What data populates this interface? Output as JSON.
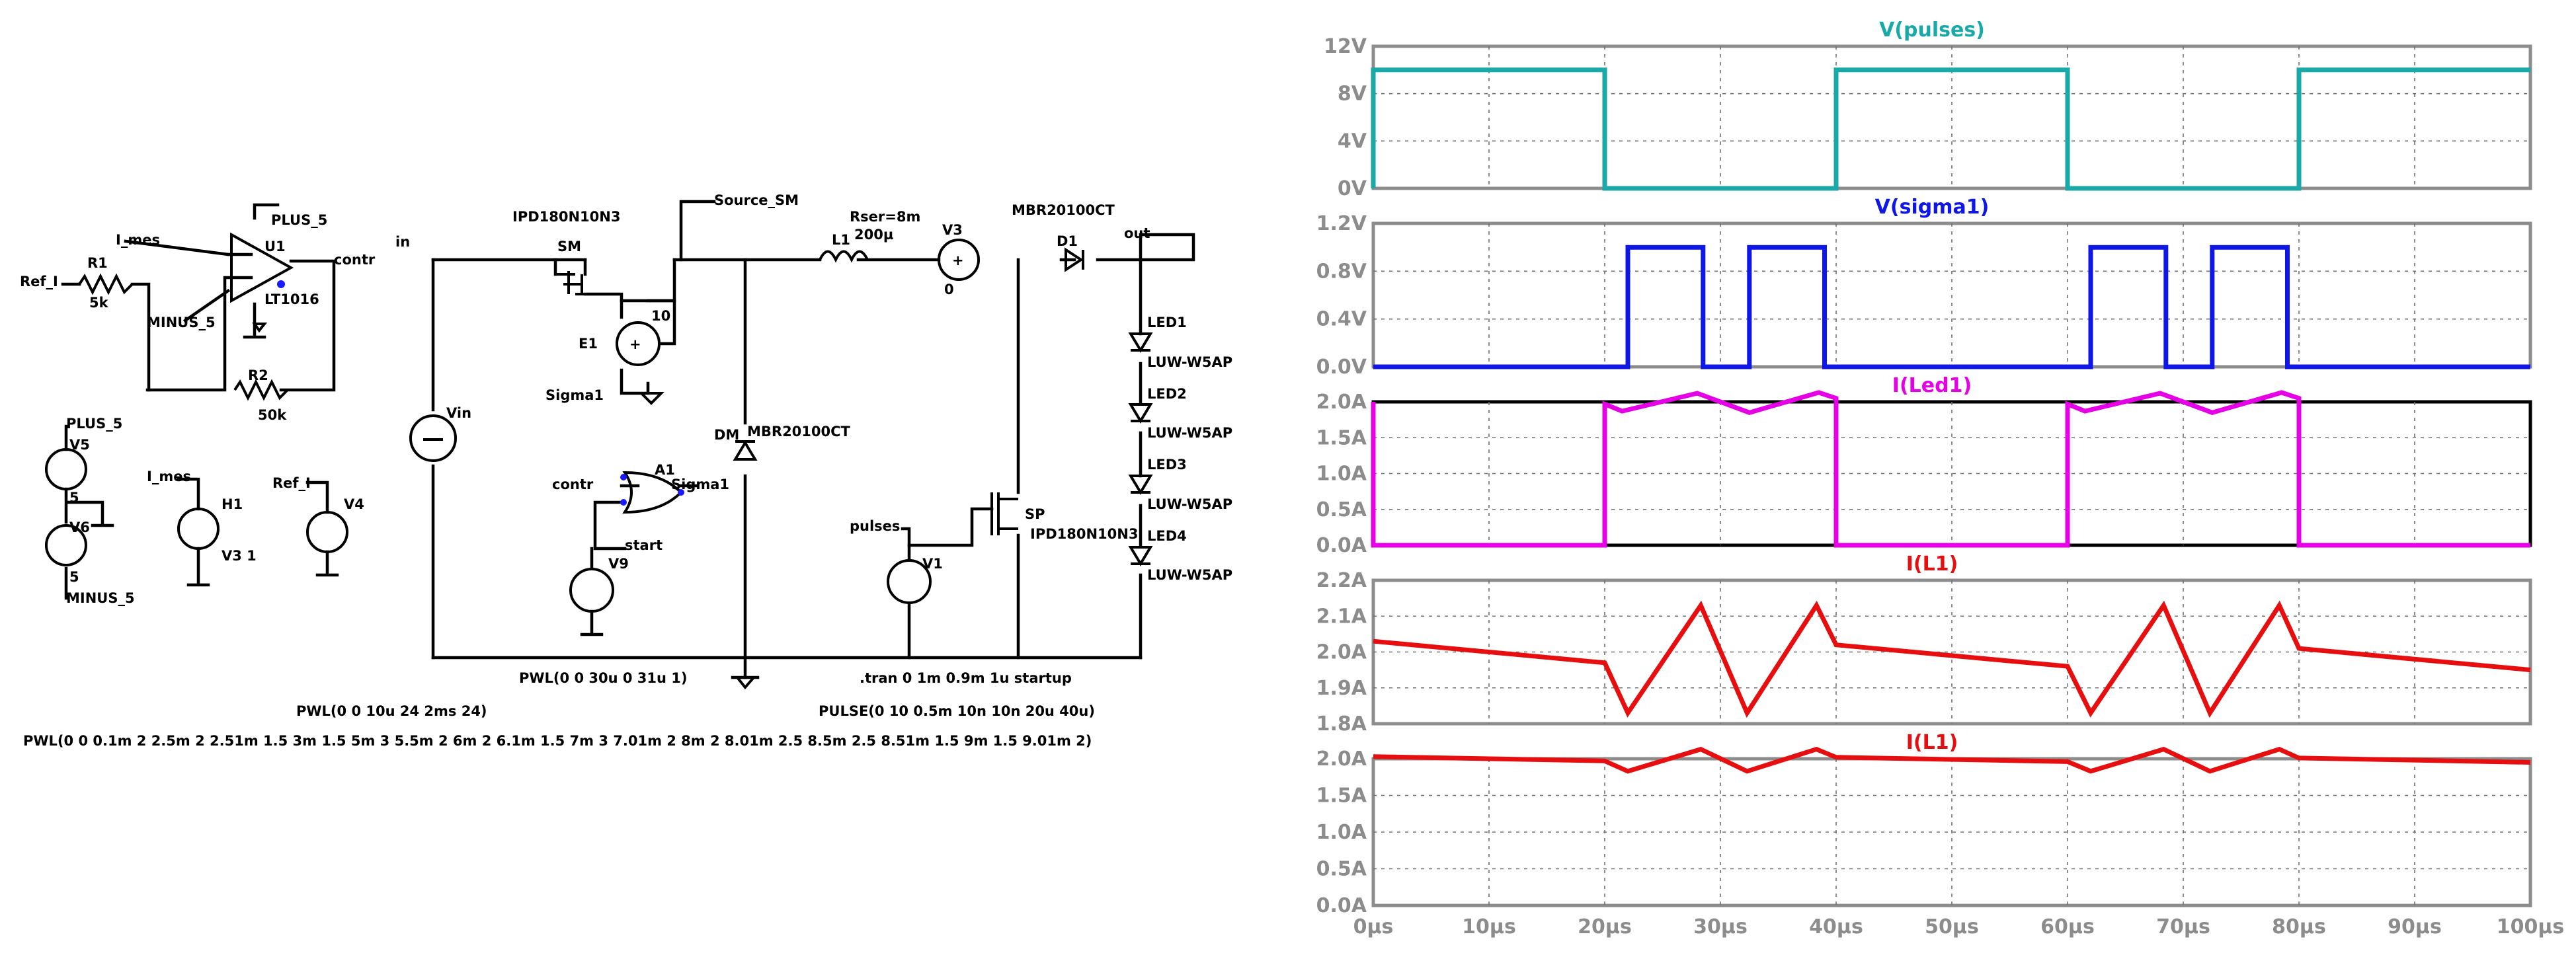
{
  "schematic": {
    "labels": {
      "ipd_top": "IPD180N10N3",
      "source_sm": "Source_SM",
      "rser": "Rser=8m",
      "mbr_top": "MBR20100CT",
      "i_mes_top": "I_mes",
      "plus5_top": "PLUS_5",
      "u1": "U1",
      "contr": "contr",
      "in": "in",
      "sm": "SM",
      "l1": "L1",
      "l1_val": "200µ",
      "v3": "V3",
      "v3_val": "0",
      "d1": "D1",
      "out": "out",
      "ref_i_left": "Ref_I",
      "r1": "R1",
      "r1_val": "5k",
      "minus5_top": "MINUS_5",
      "lt1016": "LT1016",
      "e1_gain": "10",
      "e1": "E1",
      "r2": "R2",
      "r2_val": "50k",
      "sigma1_e": "Sigma1",
      "led1": "LED1",
      "led1_model": "LUW-W5AP",
      "led2": "LED2",
      "led2_model": "LUW-W5AP",
      "led3": "LED3",
      "led3_model": "LUW-W5AP",
      "led4": "LED4",
      "led4_model": "LUW-W5AP",
      "vin": "Vin",
      "dm": "DM",
      "mbr_dm": "MBR20100CT",
      "plus5_v5": "PLUS_5",
      "v5": "V5",
      "v5_val": "5",
      "v6": "V6",
      "v6_val": "5",
      "minus5_v6": "MINUS_5",
      "i_mes_h1": "I_mes",
      "h1": "H1",
      "h1_val": "V3 1",
      "ref_i_v4": "Ref_I",
      "v4": "V4",
      "contr_a1": "contr",
      "a1": "A1",
      "sigma1_a1": "Sigma1",
      "start": "start",
      "v9": "V9",
      "pulses": "pulses",
      "v1": "V1",
      "sp": "SP",
      "ipd_sp": "IPD180N10N3",
      "v9_pwl": "PWL(0 0 30u 0 31u 1)",
      "tran": ".tran 0 1m 0.9m 1u startup",
      "pwl_24": "PWL(0 0 10u 24 2ms 24)",
      "pulse": "PULSE(0 10 0.5m 10n 10n 20u 40u)",
      "pwl_long": "PWL(0 0 0.1m 2 2.5m 2 2.51m 1.5 3m 1.5 5m 3 5.5m 2 6m 2 6.1m 1.5 7m 3 7.01m 2 8m 2 8.01m 2.5 8.5m 2.5 8.51m 1.5 9m 1.5 9.01m 2)"
    }
  },
  "chart_data": [
    {
      "type": "line",
      "title": "V(pulses)",
      "color": "#1aa9a9",
      "x_unit": "µs",
      "xlim": [
        0,
        100
      ],
      "ylim": [
        0,
        12
      ],
      "y_ticks": [
        0,
        4,
        8,
        12
      ],
      "y_tick_labels": [
        "0V",
        "4V",
        "8V",
        "12V"
      ],
      "series": [
        {
          "x": [
            0,
            0,
            20,
            20,
            40,
            40,
            60,
            60,
            80,
            80,
            100
          ],
          "y": [
            0,
            10,
            10,
            0,
            0,
            10,
            10,
            0,
            0,
            10,
            10
          ]
        }
      ]
    },
    {
      "type": "line",
      "title": "V(sigma1)",
      "color": "#0f17e6",
      "x_unit": "µs",
      "xlim": [
        0,
        100
      ],
      "ylim": [
        0,
        1.2
      ],
      "y_ticks": [
        0,
        0.4,
        0.8,
        1.2
      ],
      "y_tick_labels": [
        "0.0V",
        "0.4V",
        "0.8V",
        "1.2V"
      ],
      "series": [
        {
          "x": [
            0,
            22,
            22,
            28.5,
            28.5,
            32.5,
            32.5,
            39,
            39,
            62,
            62,
            68.5,
            68.5,
            72.5,
            72.5,
            79,
            79,
            100
          ],
          "y": [
            0,
            0,
            1,
            1,
            0,
            0,
            1,
            1,
            0,
            0,
            1,
            1,
            0,
            0,
            1,
            1,
            0,
            0
          ]
        }
      ]
    },
    {
      "type": "line",
      "title": "I(Led1)",
      "color": "#e600e6",
      "x_unit": "µs",
      "xlim": [
        0,
        100
      ],
      "ylim": [
        0,
        2.0
      ],
      "y_ticks": [
        0,
        0.5,
        1.0,
        1.5,
        2.0
      ],
      "y_tick_labels": [
        "0.0A",
        "0.5A",
        "1.0A",
        "1.5A",
        "2.0A"
      ],
      "series": [
        {
          "x": [
            0,
            0,
            20,
            20,
            21.5,
            28,
            32.5,
            38.5,
            40,
            40,
            60,
            60,
            61.5,
            68,
            72.5,
            78.5,
            80,
            80,
            100
          ],
          "y": [
            2.0,
            0,
            0,
            1.97,
            1.87,
            2.12,
            1.85,
            2.13,
            2.05,
            0,
            0,
            1.97,
            1.87,
            2.12,
            1.85,
            2.13,
            2.05,
            0,
            0
          ]
        }
      ]
    },
    {
      "type": "line",
      "title": "I(L1)",
      "color": "#e60e0e",
      "x_unit": "µs",
      "xlim": [
        0,
        100
      ],
      "ylim": [
        1.8,
        2.2
      ],
      "y_ticks": [
        1.8,
        1.9,
        2.0,
        2.1,
        2.2
      ],
      "y_tick_labels": [
        "1.8A",
        "1.9A",
        "2.0A",
        "2.1A",
        "2.2A"
      ],
      "series": [
        {
          "x": [
            0,
            20,
            22,
            28.3,
            32.3,
            38.3,
            40,
            60,
            62,
            68.3,
            72.3,
            78.3,
            80,
            100
          ],
          "y": [
            2.03,
            1.97,
            1.83,
            2.13,
            1.83,
            2.13,
            2.02,
            1.96,
            1.83,
            2.13,
            1.83,
            2.13,
            2.01,
            1.95
          ]
        }
      ]
    },
    {
      "type": "line",
      "title": "I(L1)",
      "color": "#e60e0e",
      "x_unit": "µs",
      "xlim": [
        0,
        100
      ],
      "ylim": [
        0,
        2.0
      ],
      "y_ticks": [
        0,
        0.5,
        1.0,
        1.5,
        2.0
      ],
      "y_tick_labels": [
        "0.0A",
        "0.5A",
        "1.0A",
        "1.5A",
        "2.0A"
      ],
      "x_ticks": [
        0,
        10,
        20,
        30,
        40,
        50,
        60,
        70,
        80,
        90,
        100
      ],
      "x_tick_labels": [
        "0µs",
        "10µs",
        "20µs",
        "30µs",
        "40µs",
        "50µs",
        "60µs",
        "70µs",
        "80µs",
        "90µs",
        "100µs"
      ],
      "series": [
        {
          "x": [
            0,
            20,
            22,
            28.3,
            32.3,
            38.3,
            40,
            60,
            62,
            68.3,
            72.3,
            78.3,
            80,
            100
          ],
          "y": [
            2.03,
            1.97,
            1.83,
            2.13,
            1.83,
            2.13,
            2.02,
            1.96,
            1.83,
            2.13,
            1.83,
            2.13,
            2.01,
            1.95
          ]
        }
      ]
    }
  ]
}
